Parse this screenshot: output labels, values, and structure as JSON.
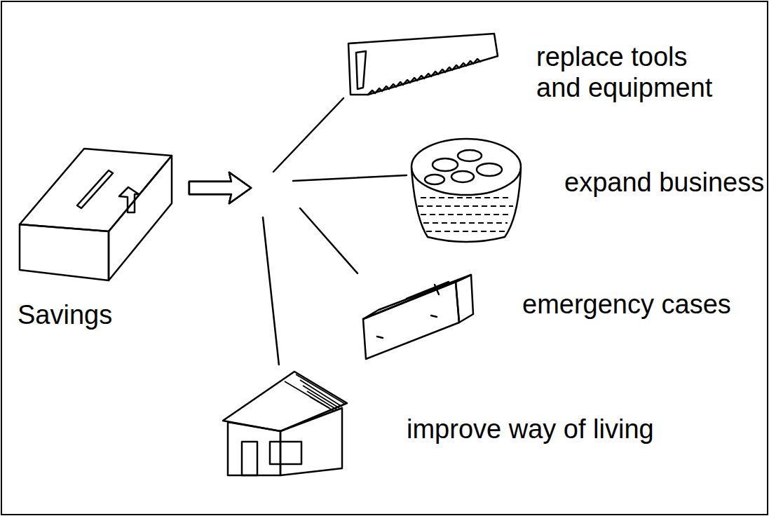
{
  "diagram": {
    "nodes": [
      {
        "text": [
          "Savings"
        ]
      },
      {
        "text": [
          "replace tools and equipment"
        ]
      },
      {
        "text": [
          "expand business"
        ]
      },
      {
        "text": [
          "emergency cases"
        ]
      },
      {
        "text": [
          "improve way of living"
        ]
      }
    ],
    "edges": [
      {
        "from": 0,
        "to": 1,
        "arrow": "to"
      },
      {
        "from": 0,
        "to": 2,
        "arrow": "to"
      },
      {
        "from": 0,
        "to": 3,
        "arrow": "to"
      },
      {
        "from": 0,
        "to": 4,
        "arrow": "to"
      }
    ]
  }
}
